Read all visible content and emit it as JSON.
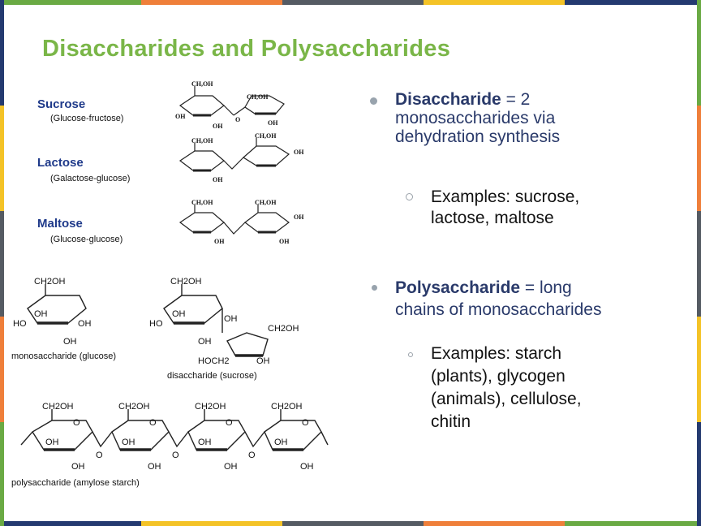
{
  "slide": {
    "title": "Disaccharides and Polysaccharides",
    "colors": {
      "title": "#7ab648",
      "sugar_name": "#1f3a8a",
      "body_text": "#2a3a6a",
      "frame": [
        "#6aaa44",
        "#ef7f3a",
        "#555b63",
        "#f4c327",
        "#243a70"
      ]
    }
  },
  "left": {
    "sugars": [
      {
        "name": "Sucrose",
        "composition": "(Glucose-fructose)"
      },
      {
        "name": "Lactose",
        "composition": "(Galactose-glucose)"
      },
      {
        "name": "Maltose",
        "composition": "(Glucose-glucose)"
      }
    ],
    "small_structure_labels": {
      "ch2oh": "CH,OH",
      "oh": "OH",
      "o": "O"
    },
    "diagrams": {
      "glucose_caption": "monosaccharide (glucose)",
      "sucrose_caption": "disaccharide (sucrose)",
      "starch_caption": "polysaccharide (amylose starch)",
      "ch2oh": "CH2OH",
      "oh": "OH",
      "ho": "HO",
      "o": "O",
      "hoch2": "HOCH2"
    }
  },
  "right": {
    "bullets": [
      {
        "term": "Disaccharide",
        "rest_line1": " = 2",
        "rest_line2": "monosaccharides via",
        "rest_line3": "dehydration synthesis",
        "example": "Examples: sucrose, lactose, maltose"
      },
      {
        "term": "Polysaccharide",
        "rest_line1": " = long",
        "rest_line2": "chains of monosaccharides",
        "example": "Examples: starch (plants), glycogen (animals), cellulose, chitin"
      }
    ]
  }
}
